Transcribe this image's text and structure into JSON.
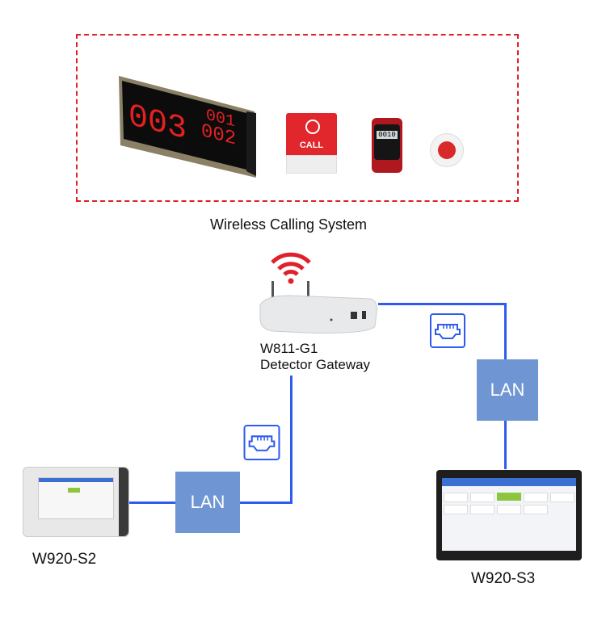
{
  "top_group": {
    "title": "Wireless Calling System",
    "display_digits": {
      "main": "003",
      "top_right": "001",
      "bottom_right": "002"
    },
    "call_button_label": "CALL",
    "watch_display": "0010"
  },
  "gateway": {
    "model": "W811-G1",
    "name": "Detector Gateway"
  },
  "lan_boxes": [
    {
      "label": "LAN"
    },
    {
      "label": "LAN"
    }
  ],
  "devices": [
    {
      "label": "W920-S2"
    },
    {
      "label": "W920-S3"
    }
  ],
  "colors": {
    "frame": "#e0202a",
    "link": "#2e5bf0",
    "lan_box": "#6f96d2",
    "wifi": "#e0202a"
  },
  "icons": [
    "ethernet-port-icon",
    "wifi-icon"
  ]
}
